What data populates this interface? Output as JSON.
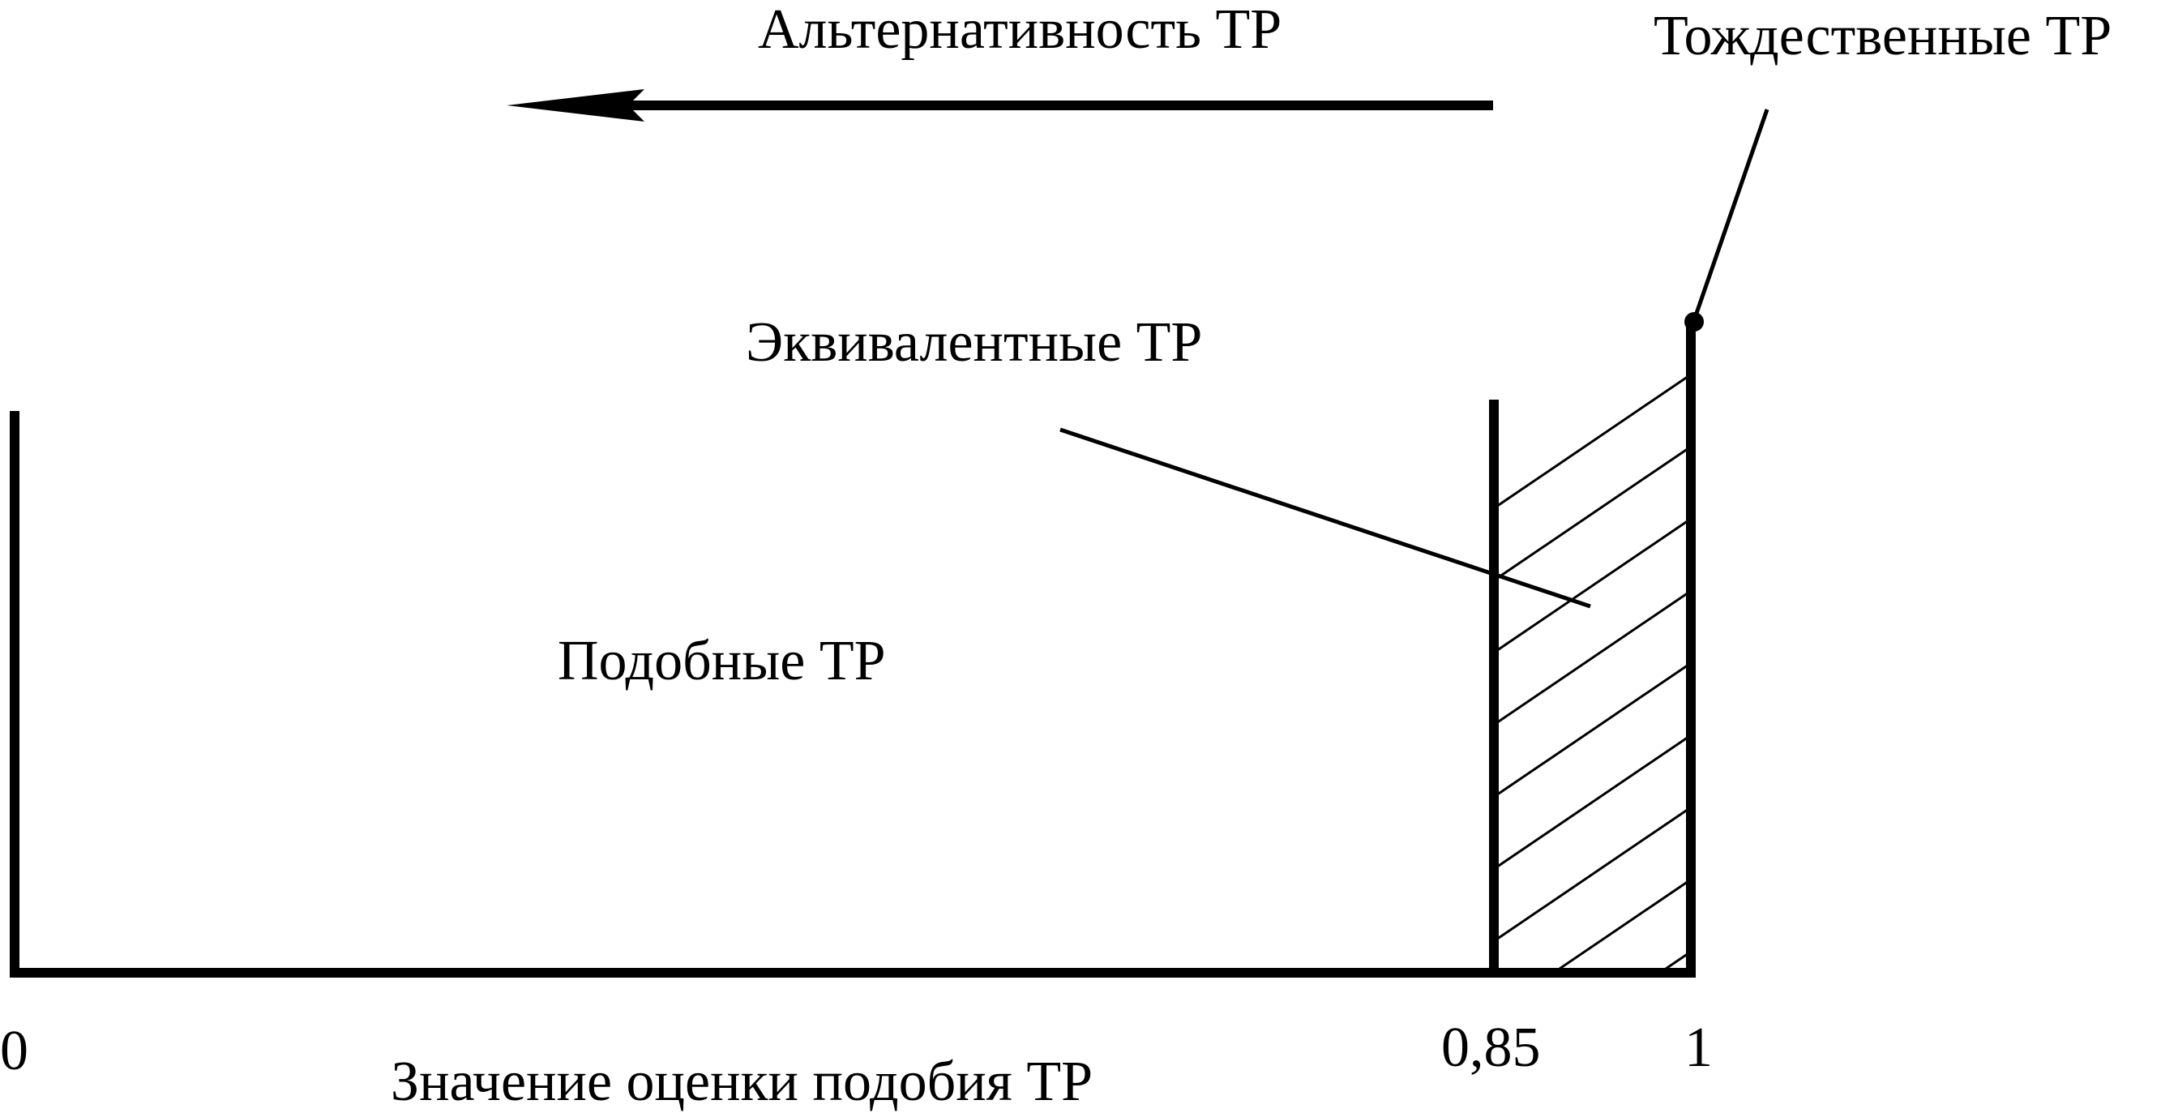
{
  "labels": {
    "alternativity": "Альтернативность ТР",
    "identical": "Тождественные ТР",
    "equivalent": "Эквивалентные ТР",
    "similar": "Подобные ТР",
    "axis_title": "Значение оценки подобия ТР"
  },
  "ticks": {
    "zero": "0",
    "threshold": "0,85",
    "one": "1"
  },
  "colors": {
    "ink": "#000000",
    "background": "#ffffff"
  }
}
